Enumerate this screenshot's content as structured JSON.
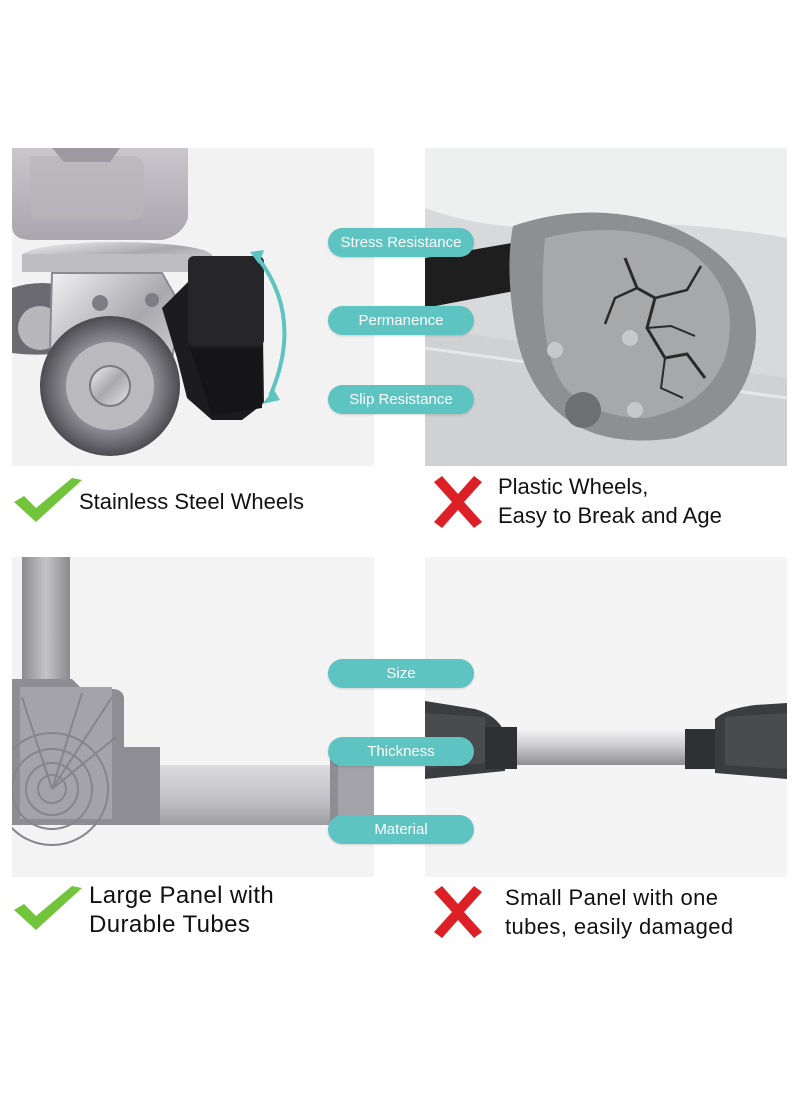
{
  "colors": {
    "accent": "#5ec4c2",
    "check": "#72c43a",
    "cross": "#dd1f26"
  },
  "icons": {
    "good": "check-mark-icon",
    "bad": "cross-mark-icon",
    "rotate": "curved-double-arrow-icon"
  },
  "row1": {
    "labels": [
      "Stress Resistance",
      "Permanence",
      "Slip Resistance"
    ],
    "good_caption": "Stainless Steel Wheels",
    "bad_caption": [
      "Plastic Wheels,",
      "Easy to Break and Age"
    ]
  },
  "row2": {
    "labels": [
      "Size",
      "Thickness",
      "Material"
    ],
    "good_caption": [
      "Large Panel with",
      "Durable Tubes"
    ],
    "bad_caption": [
      "Small Panel with one",
      "tubes, easily damaged"
    ]
  }
}
